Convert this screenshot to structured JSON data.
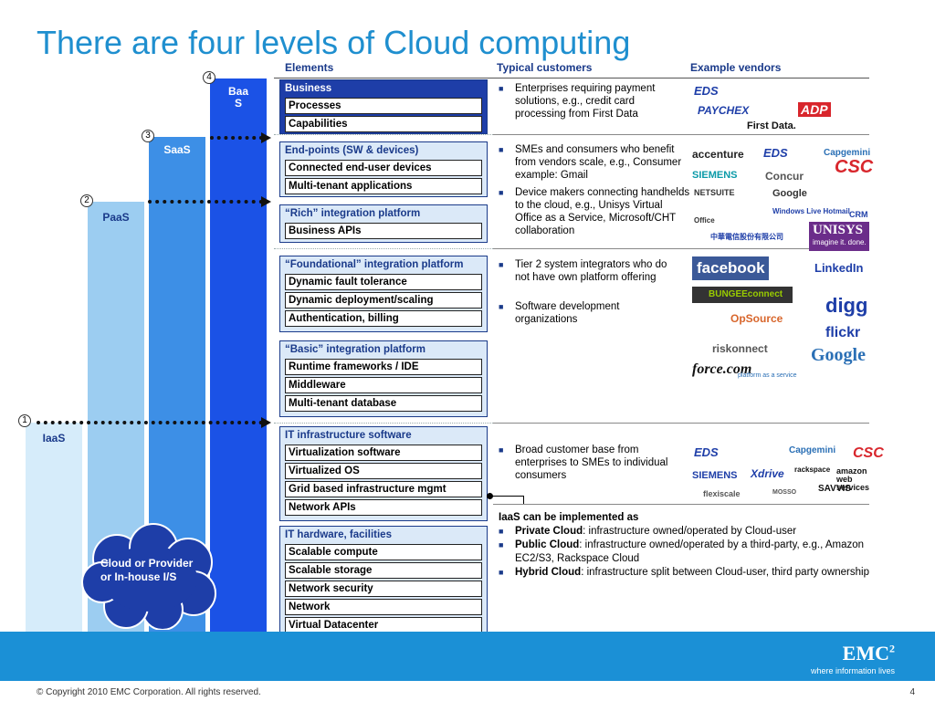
{
  "title": "There are four levels of Cloud computing",
  "headers": {
    "elements": "Elements",
    "typical_customers": "Typical customers",
    "example_vendors": "Example vendors"
  },
  "columns": [
    {
      "marker": "1",
      "label": "IaaS"
    },
    {
      "marker": "2",
      "label": "PaaS"
    },
    {
      "marker": "3",
      "label": "SaaS"
    },
    {
      "marker": "4",
      "label": "Baa\nS"
    }
  ],
  "cloud_label": "Cloud or Provider or  In-house I/S",
  "boxes": {
    "business": {
      "title": "Business",
      "items": [
        "Processes",
        "Capabilities"
      ]
    },
    "endpoints": {
      "title": "End-points (SW & devices)",
      "items": [
        "Connected end-user devices",
        "Multi-tenant applications"
      ]
    },
    "rich": {
      "title": "“Rich” integration platform",
      "items": [
        "Business APIs"
      ]
    },
    "foundational": {
      "title": "“Foundational” integration platform",
      "items": [
        "Dynamic fault tolerance",
        "Dynamic deployment/scaling",
        "Authentication, billing"
      ]
    },
    "basic": {
      "title": "“Basic” integration platform",
      "items": [
        "Runtime frameworks / IDE",
        "Middleware",
        "Multi-tenant database"
      ]
    },
    "infra_sw": {
      "title": "IT infrastructure software",
      "items": [
        "Virtualization software",
        "Virtualized OS",
        "Grid based infrastructure mgmt",
        "Network APIs"
      ]
    },
    "hardware": {
      "title": "IT hardware, facilities",
      "items": [
        "Scalable compute",
        "Scalable storage",
        "Network security",
        "Network",
        "Virtual Datacenter"
      ]
    }
  },
  "customers": {
    "baas": [
      "Enterprises requiring payment solutions, e.g., credit card processing from First Data"
    ],
    "saas": [
      "SMEs and consumers who benefit from vendors scale, e.g., Consumer example: Gmail",
      "Device makers connecting handhelds to the cloud, e.g., Unisys Virtual Office as a Service, Microsoft/CHT collaboration"
    ],
    "paas": [
      "Tier 2 system integrators who do not have own platform offering",
      "Software development organizations"
    ],
    "iaas": [
      "Broad customer base from enterprises to SMEs to individual consumers"
    ]
  },
  "vendors": {
    "baas": [
      "EDS",
      "PAYCHEX",
      "First Data.",
      "ADP"
    ],
    "saas": [
      "accenture",
      "EDS",
      "Capgemini",
      "SIEMENS",
      "Concur",
      "CSC",
      "NETSUITE",
      "Google",
      "Windows Live Hotmail",
      "CRM",
      "Office",
      "中華電信股份有限公司",
      "UNISYS",
      "imagine it. done."
    ],
    "paas": [
      "facebook",
      "LinkedIn",
      "BUNGEEconnect",
      "digg",
      "OpSource",
      "flickr",
      "riskonnect",
      "Google",
      "force.com",
      "platform as a service"
    ],
    "iaas": [
      "EDS",
      "Capgemini",
      "CSC",
      "SIEMENS",
      "Xdrive",
      "rackspace",
      "amazon web services",
      "flexiscale",
      "SAVVIS",
      "MOSSO"
    ]
  },
  "iaas_note": {
    "heading": "IaaS can be implemented as",
    "items": [
      {
        "bold": "Private Cloud",
        "rest": ": infrastructure owned/operated by Cloud-user"
      },
      {
        "bold": "Public Cloud",
        "rest": ": infrastructure owned/operated by a third-party, e.g., Amazon EC2/S3, Rackspace Cloud"
      },
      {
        "bold": "Hybrid Cloud",
        "rest": ": infrastructure split between Cloud-user, third party ownership"
      }
    ]
  },
  "footer": "© Copyright 2010 EMC Corporation. All rights reserved.",
  "page_number": "4",
  "brand": {
    "name": "EMC",
    "sup": "2",
    "tagline": "where information lives"
  },
  "colors": {
    "title": "#1f8fcf",
    "dark_blue": "#1e3ea8",
    "light_box": "#dbe9f8",
    "band": "#1b90d6"
  }
}
